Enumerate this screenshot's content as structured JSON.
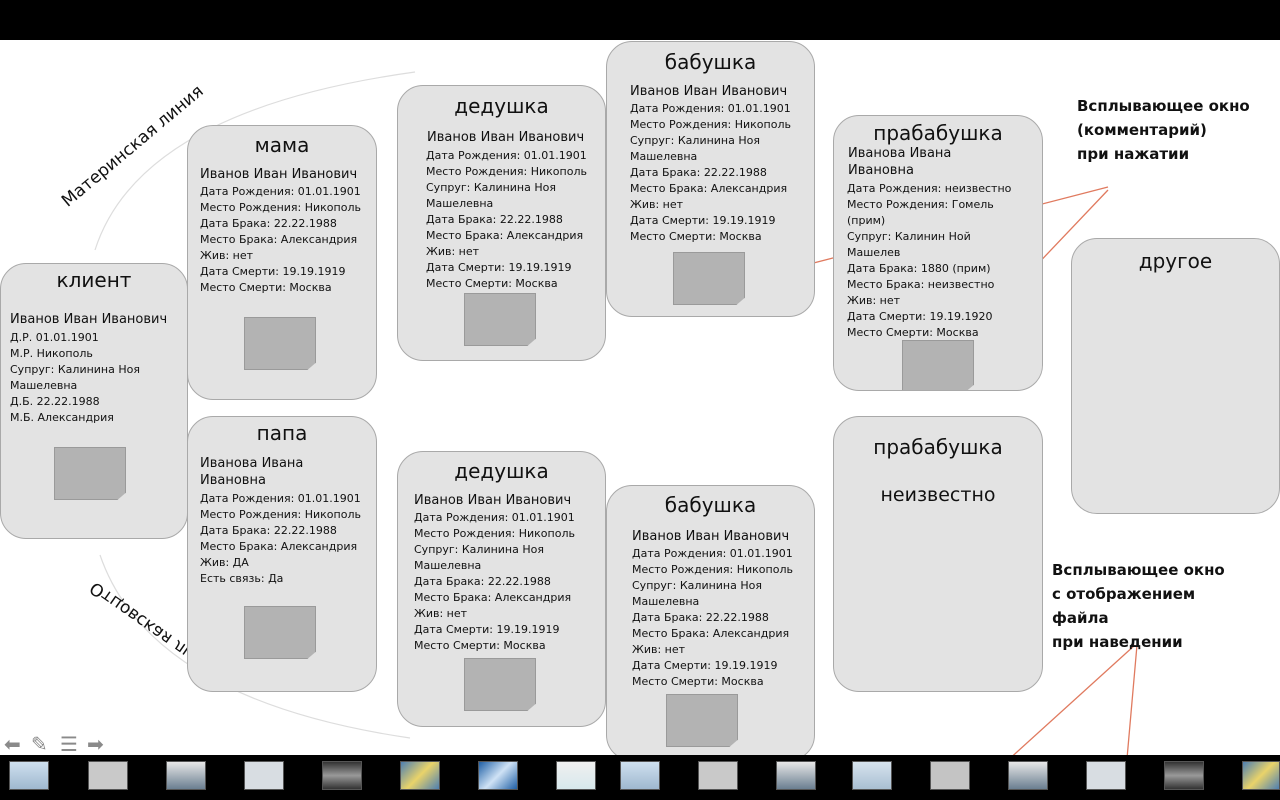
{
  "labels": {
    "maternal": "Материнская линия",
    "paternal": "Отцовская линия"
  },
  "annotations": {
    "popup_comment": [
      "Всплывающее окно",
      "(комментарий)",
      "при нажатии"
    ],
    "popup_file": [
      "Всплывающее окно",
      "с отображением",
      "файла",
      "при наведении"
    ]
  },
  "cards": {
    "client": {
      "title": "клиент",
      "name": "Иванов Иван Иванович",
      "fields": [
        "Д.Р. 01.01.1901",
        "М.Р. Никополь",
        "Супруг: Калинина Ноя",
        "Машелевна",
        "Д.Б. 22.22.1988",
        "М.Б. Александрия"
      ]
    },
    "mom": {
      "title": "мама",
      "name": "Иванов Иван Иванович",
      "fields": [
        "Дата Рождения: 01.01.1901",
        "Место Рождения: Никополь",
        "Дата Брака: 22.22.1988",
        "Место Брака: Александрия",
        "Жив: нет",
        "Дата Смерти: 19.19.1919",
        "Место Смерти: Москва"
      ]
    },
    "dad": {
      "title": "папа",
      "name": "Иванова Ивана Ивановна",
      "fields": [
        "Дата Рождения: 01.01.1901",
        "Место Рождения: Никополь",
        "Дата Брака: 22.22.1988",
        "Место Брака: Александрия",
        "Жив: ДА",
        "Есть связь: Да"
      ]
    },
    "grandpa_top": {
      "title": "дедушка",
      "name": "Иванов Иван Иванович",
      "fields": [
        "Дата Рождения: 01.01.1901",
        "Место Рождения: Никополь",
        "Супруг: Калинина Ноя",
        "Машелевна",
        "Дата Брака: 22.22.1988",
        "Место Брака: Александрия",
        "Жив: нет",
        "Дата Смерти: 19.19.1919",
        "Место Смерти: Москва"
      ]
    },
    "grandma_top": {
      "title": "бабушка",
      "name": "Иванов Иван Иванович",
      "fields": [
        "Дата Рождения: 01.01.1901",
        "Место Рождения: Никополь",
        "Супруг: Калинина Ноя",
        "Машелевна",
        "Дата Брака: 22.22.1988",
        "Место Брака: Александрия",
        "Жив: нет",
        "Дата Смерти: 19.19.1919",
        "Место Смерти: Москва"
      ]
    },
    "grandpa_bottom": {
      "title": "дедушка",
      "name": "Иванов Иван Иванович",
      "fields": [
        "Дата Рождения: 01.01.1901",
        "Место Рождения: Никополь",
        "Супруг: Калинина Ноя",
        "Машелевна",
        "Дата Брака: 22.22.1988",
        "Место Брака: Александрия",
        "Жив: нет",
        "Дата Смерти: 19.19.1919",
        "Место Смерти: Москва"
      ]
    },
    "grandma_bottom": {
      "title": "бабушка",
      "name": "Иванов Иван Иванович",
      "fields": [
        "Дата Рождения: 01.01.1901",
        "Место Рождения: Никополь",
        "Супруг: Калинина Ноя",
        "Машелевна",
        "Дата Брака: 22.22.1988",
        "Место Брака: Александрия",
        "Жив: нет",
        "Дата Смерти: 19.19.1919",
        "Место Смерти: Москва"
      ]
    },
    "greatgrandma_top": {
      "title": "прабабушка",
      "name_lines": [
        "Иванова Ивана",
        "Ивановна"
      ],
      "fields": [
        "Дата Рождения: неизвестно",
        "Место Рождения: Гомель",
        "(прим)",
        "Супруг: Калинин  Ной",
        "Машелев",
        "Дата Брака: 1880 (прим)",
        "Место Брака: неизвестно",
        "Жив: нет",
        "Дата Смерти: 19.19.1920",
        "Место Смерти: Москва"
      ]
    },
    "greatgrandma_bottom": {
      "title": "прабабушка",
      "subtitle": "неизвестно"
    },
    "other": {
      "title": "другое"
    }
  },
  "colors": {
    "card_bg": "#e3e3e3",
    "card_border": "#a9a9a9",
    "note": "#b3b3b3",
    "pointer_line": "#e07a5f",
    "bars": "#000000"
  }
}
